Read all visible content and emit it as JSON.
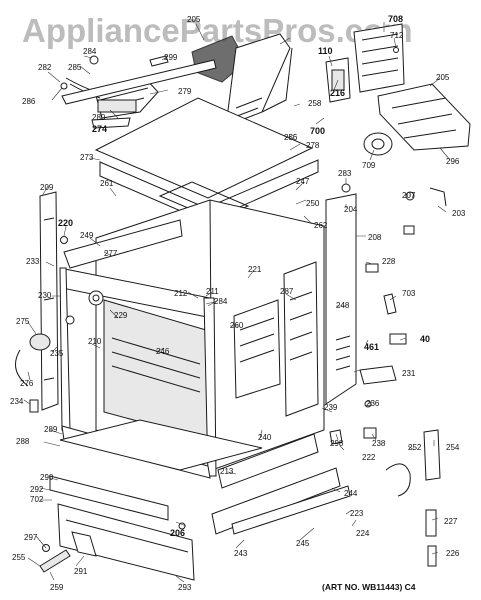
{
  "watermark": "AppliancePartsPros.com",
  "art_number": "(ART NO. WB11443) C4",
  "callouts": [
    {
      "id": "c205a",
      "text": "205",
      "bold": false
    },
    {
      "id": "c708",
      "text": "708",
      "bold": true
    },
    {
      "id": "c712",
      "text": "712",
      "bold": false
    },
    {
      "id": "c282",
      "text": "282",
      "bold": false
    },
    {
      "id": "c284a",
      "text": "284",
      "bold": false
    },
    {
      "id": "c285",
      "text": "285",
      "bold": false
    },
    {
      "id": "c299",
      "text": "299",
      "bold": false
    },
    {
      "id": "c286",
      "text": "286",
      "bold": false
    },
    {
      "id": "c279",
      "text": "279",
      "bold": false
    },
    {
      "id": "c280",
      "text": "280",
      "bold": false
    },
    {
      "id": "c274",
      "text": "274",
      "bold": true
    },
    {
      "id": "c110",
      "text": "110",
      "bold": true
    },
    {
      "id": "c216",
      "text": "216",
      "bold": true
    },
    {
      "id": "c205b",
      "text": "205",
      "bold": false
    },
    {
      "id": "c258",
      "text": "258",
      "bold": false
    },
    {
      "id": "c700",
      "text": "700",
      "bold": true
    },
    {
      "id": "c256",
      "text": "256",
      "bold": false
    },
    {
      "id": "c278",
      "text": "278",
      "bold": false
    },
    {
      "id": "c709",
      "text": "709",
      "bold": false
    },
    {
      "id": "c296",
      "text": "296",
      "bold": false
    },
    {
      "id": "c273",
      "text": "273",
      "bold": false
    },
    {
      "id": "c283",
      "text": "283",
      "bold": false
    },
    {
      "id": "c209",
      "text": "209",
      "bold": false
    },
    {
      "id": "c261",
      "text": "261",
      "bold": false
    },
    {
      "id": "c247",
      "text": "247",
      "bold": false
    },
    {
      "id": "c250",
      "text": "250",
      "bold": false
    },
    {
      "id": "c204",
      "text": "204",
      "bold": false
    },
    {
      "id": "c207",
      "text": "207",
      "bold": false
    },
    {
      "id": "c203",
      "text": "203",
      "bold": false
    },
    {
      "id": "c220",
      "text": "220",
      "bold": true
    },
    {
      "id": "c262",
      "text": "262",
      "bold": false
    },
    {
      "id": "c249",
      "text": "249",
      "bold": false
    },
    {
      "id": "c208",
      "text": "208",
      "bold": false
    },
    {
      "id": "c277",
      "text": "277",
      "bold": false
    },
    {
      "id": "c233",
      "text": "233",
      "bold": false
    },
    {
      "id": "c221",
      "text": "221",
      "bold": false
    },
    {
      "id": "c228",
      "text": "228",
      "bold": false
    },
    {
      "id": "c287",
      "text": "287",
      "bold": false
    },
    {
      "id": "c212",
      "text": "212",
      "bold": false
    },
    {
      "id": "c211",
      "text": "211",
      "bold": false
    },
    {
      "id": "c284b",
      "text": "284",
      "bold": false
    },
    {
      "id": "c248",
      "text": "248",
      "bold": false
    },
    {
      "id": "c703",
      "text": "703",
      "bold": false
    },
    {
      "id": "c230",
      "text": "230",
      "bold": false
    },
    {
      "id": "c229",
      "text": "229",
      "bold": false
    },
    {
      "id": "c260",
      "text": "260",
      "bold": false
    },
    {
      "id": "c275",
      "text": "275",
      "bold": false
    },
    {
      "id": "c246",
      "text": "246",
      "bold": false
    },
    {
      "id": "c40",
      "text": "40",
      "bold": true
    },
    {
      "id": "c210",
      "text": "210",
      "bold": false
    },
    {
      "id": "c461",
      "text": "461",
      "bold": true
    },
    {
      "id": "c235",
      "text": "235",
      "bold": false
    },
    {
      "id": "c276",
      "text": "276",
      "bold": false
    },
    {
      "id": "c231",
      "text": "231",
      "bold": false
    },
    {
      "id": "c234",
      "text": "234",
      "bold": false
    },
    {
      "id": "c239",
      "text": "239",
      "bold": false
    },
    {
      "id": "c236",
      "text": "236",
      "bold": false
    },
    {
      "id": "c240",
      "text": "240",
      "bold": false
    },
    {
      "id": "c288",
      "text": "288",
      "bold": false
    },
    {
      "id": "c289",
      "text": "289",
      "bold": false
    },
    {
      "id": "c298",
      "text": "298",
      "bold": false
    },
    {
      "id": "c238",
      "text": "238",
      "bold": false
    },
    {
      "id": "c252",
      "text": "252",
      "bold": false
    },
    {
      "id": "c254",
      "text": "254",
      "bold": false
    },
    {
      "id": "c222",
      "text": "222",
      "bold": false
    },
    {
      "id": "c213",
      "text": "213",
      "bold": false
    },
    {
      "id": "c290",
      "text": "290",
      "bold": false
    },
    {
      "id": "c292",
      "text": "292",
      "bold": false
    },
    {
      "id": "c702",
      "text": "702",
      "bold": false
    },
    {
      "id": "c244",
      "text": "244",
      "bold": false
    },
    {
      "id": "c223",
      "text": "223",
      "bold": false
    },
    {
      "id": "c227",
      "text": "227",
      "bold": false
    },
    {
      "id": "c224",
      "text": "224",
      "bold": false
    },
    {
      "id": "c206",
      "text": "206",
      "bold": true
    },
    {
      "id": "c297",
      "text": "297",
      "bold": false
    },
    {
      "id": "c243",
      "text": "243",
      "bold": false
    },
    {
      "id": "c245",
      "text": "245",
      "bold": false
    },
    {
      "id": "c255",
      "text": "255",
      "bold": false
    },
    {
      "id": "c291",
      "text": "291",
      "bold": false
    },
    {
      "id": "c226",
      "text": "226",
      "bold": false
    },
    {
      "id": "c259",
      "text": "259",
      "bold": false
    },
    {
      "id": "c293",
      "text": "293",
      "bold": false
    }
  ]
}
